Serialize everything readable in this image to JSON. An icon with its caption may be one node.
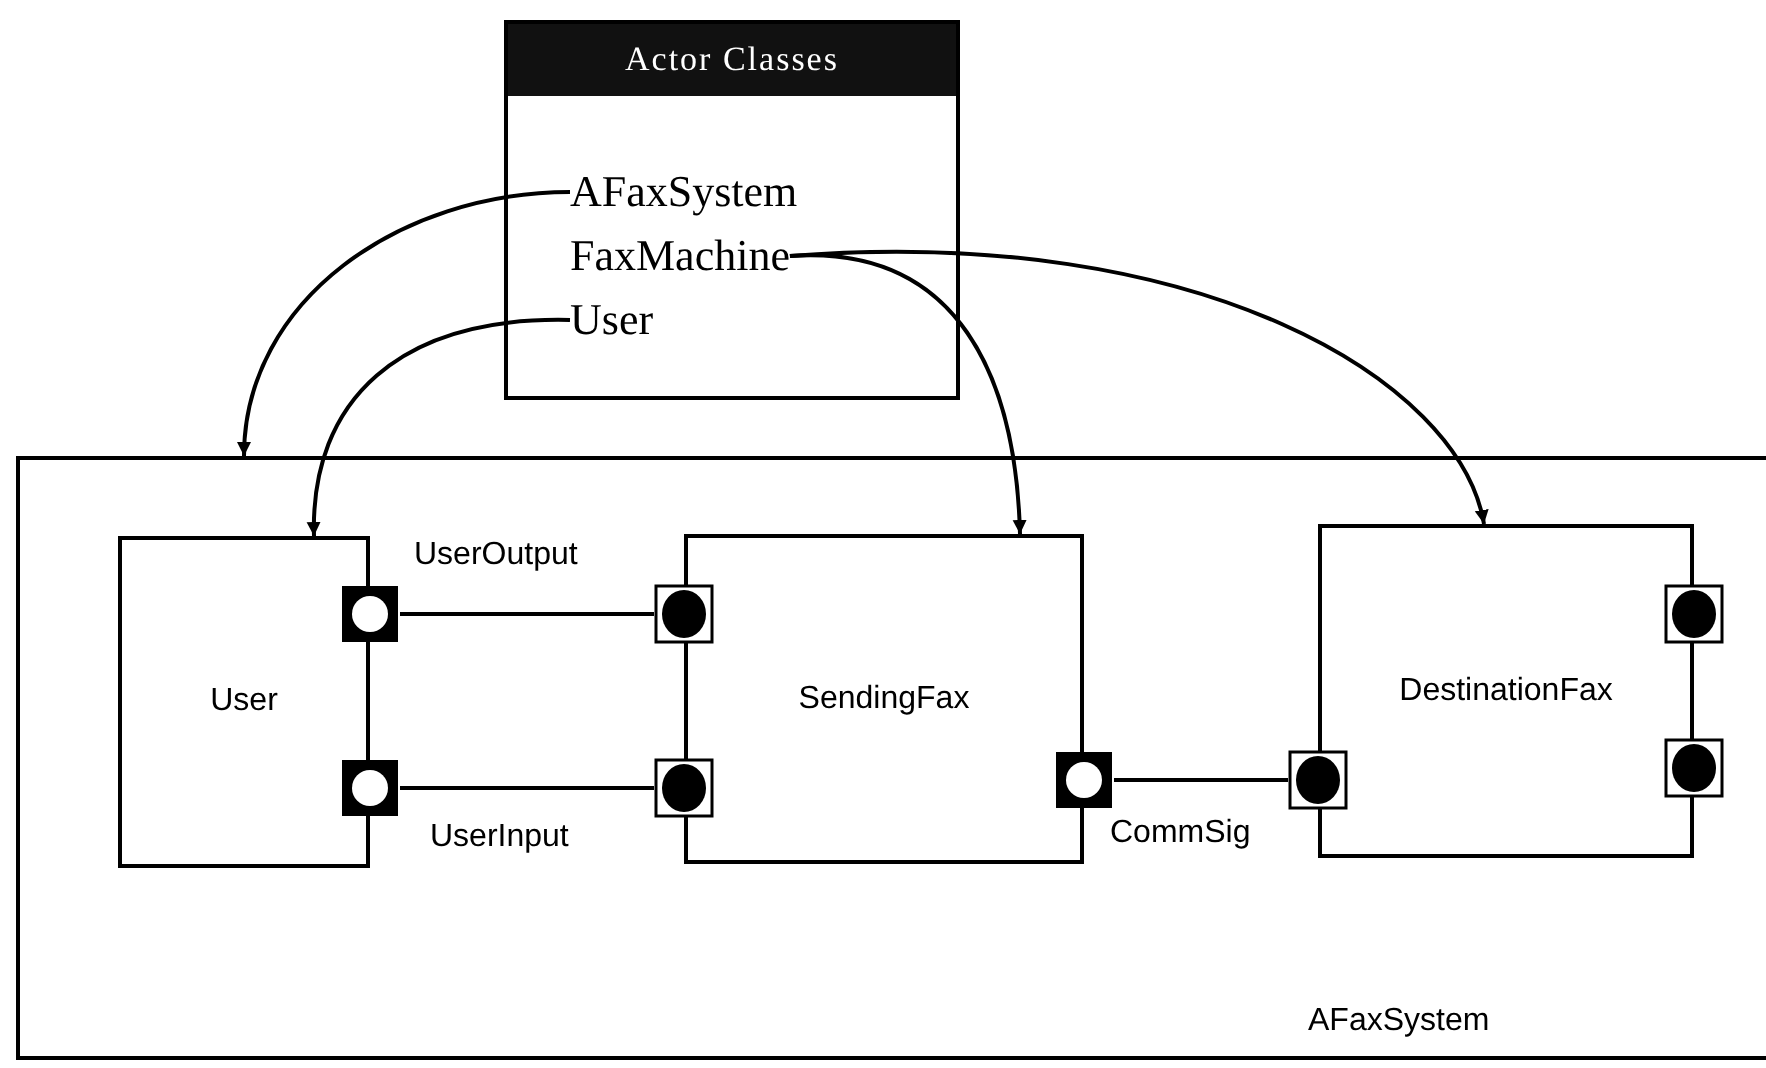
{
  "diagram": {
    "nodes": [
      {
        "text": [
          "Actor Classes"
        ]
      },
      {
        "text": [
          "AFaxSystem"
        ],
        "in": 0
      },
      {
        "text": [
          "FaxMachine"
        ],
        "in": 0
      },
      {
        "text": [
          "User"
        ],
        "in": 0
      },
      {
        "text": [
          "AFaxSystem"
        ]
      },
      {
        "text": [
          "User"
        ],
        "in": 4
      },
      {
        "text": [
          "SendingFax"
        ],
        "in": 4
      },
      {
        "text": [
          "DestinationFax"
        ],
        "in": 4
      },
      {
        "text": [],
        "shape": "box",
        "in": 4
      },
      {
        "text": [],
        "shape": "box",
        "in": 4
      },
      {
        "text": [],
        "shape": "box",
        "in": 4
      },
      {
        "text": [],
        "shape": "box",
        "in": 4
      },
      {
        "text": [],
        "shape": "box",
        "in": 4
      },
      {
        "text": [],
        "shape": "box",
        "in": 4
      },
      {
        "text": [],
        "shape": "box",
        "in": 4
      },
      {
        "text": [],
        "shape": "box",
        "in": 4
      }
    ],
    "edges": [
      {
        "from": 1,
        "to": 4,
        "arrow": "to"
      },
      {
        "from": 3,
        "to": 5,
        "arrow": "to"
      },
      {
        "from": 2,
        "to": 6,
        "arrow": "to"
      },
      {
        "from": 2,
        "to": 7,
        "arrow": "to"
      },
      {
        "from": 8,
        "to": 10,
        "arrow": "none",
        "label": "UserOutput"
      },
      {
        "from": 9,
        "to": 11,
        "arrow": "none",
        "label": "UserInput"
      },
      {
        "from": 12,
        "to": 13,
        "arrow": "none",
        "label": "CommSig"
      }
    ]
  }
}
